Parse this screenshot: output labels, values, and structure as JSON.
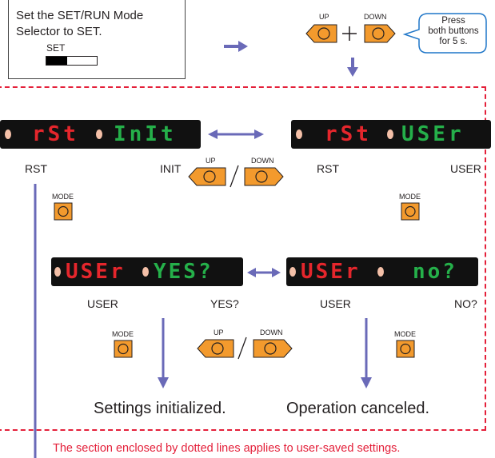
{
  "colors": {
    "button_orange": "#f39a2d",
    "arrow_blue": "#6a6ab8",
    "dashed_red": "#e4203a",
    "seg_red": "#e5262c",
    "seg_green": "#25b04a",
    "display_bg": "#111111"
  },
  "instruction": {
    "line1": "Set the SET/RUN Mode",
    "line2": "Selector to SET.",
    "switch_label": "SET"
  },
  "buttons": {
    "up": "UP",
    "down": "DOWN",
    "mode": "MODE",
    "plus": "+",
    "slash": "/"
  },
  "callout": {
    "line1": "Press",
    "line2": "both buttons",
    "line3": "for 5 s."
  },
  "displays": {
    "rst_init": {
      "left_label": "RST",
      "right_label": "INIT",
      "left_text": "rSt",
      "right_text": "InIt"
    },
    "rst_user": {
      "left_label": "RST",
      "right_label": "USER",
      "left_text": "rSt",
      "right_text": "USEr"
    },
    "user_yes": {
      "left_label": "USER",
      "right_label": "YES?",
      "left_text": "USEr",
      "right_text": "YES?"
    },
    "user_no": {
      "left_label": "USER",
      "right_label": "NO?",
      "left_text": "USEr",
      "right_text": "no?"
    }
  },
  "results": {
    "initialized": "Settings initialized.",
    "canceled": "Operation canceled."
  },
  "note": "The section enclosed by dotted lines applies to user-saved settings."
}
